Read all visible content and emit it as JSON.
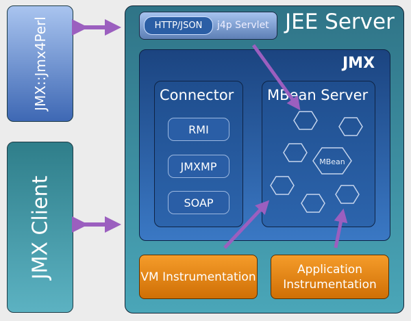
{
  "left": {
    "jmx4perl": "JMX::Jmx4Perl",
    "client": "JMX Client"
  },
  "jee": {
    "title": "JEE Server",
    "servlet_protocol": "HTTP/JSON",
    "servlet_label": "j4p Servlet"
  },
  "jmx": {
    "title": "JMX",
    "connector": {
      "title": "Connector",
      "items": [
        "RMI",
        "JMXMP",
        "SOAP"
      ]
    },
    "mbean_server": {
      "title": "MBean Server",
      "mbean_label": "MBean"
    }
  },
  "instrumentation": {
    "vm": "VM Instrumentation",
    "app": "Application Instrumentation"
  },
  "colors": {
    "arrow": "#9b5fbf",
    "orange": "#e8860f",
    "jmx_blue": "#2558a0",
    "jee_teal": "#3d8da0"
  }
}
